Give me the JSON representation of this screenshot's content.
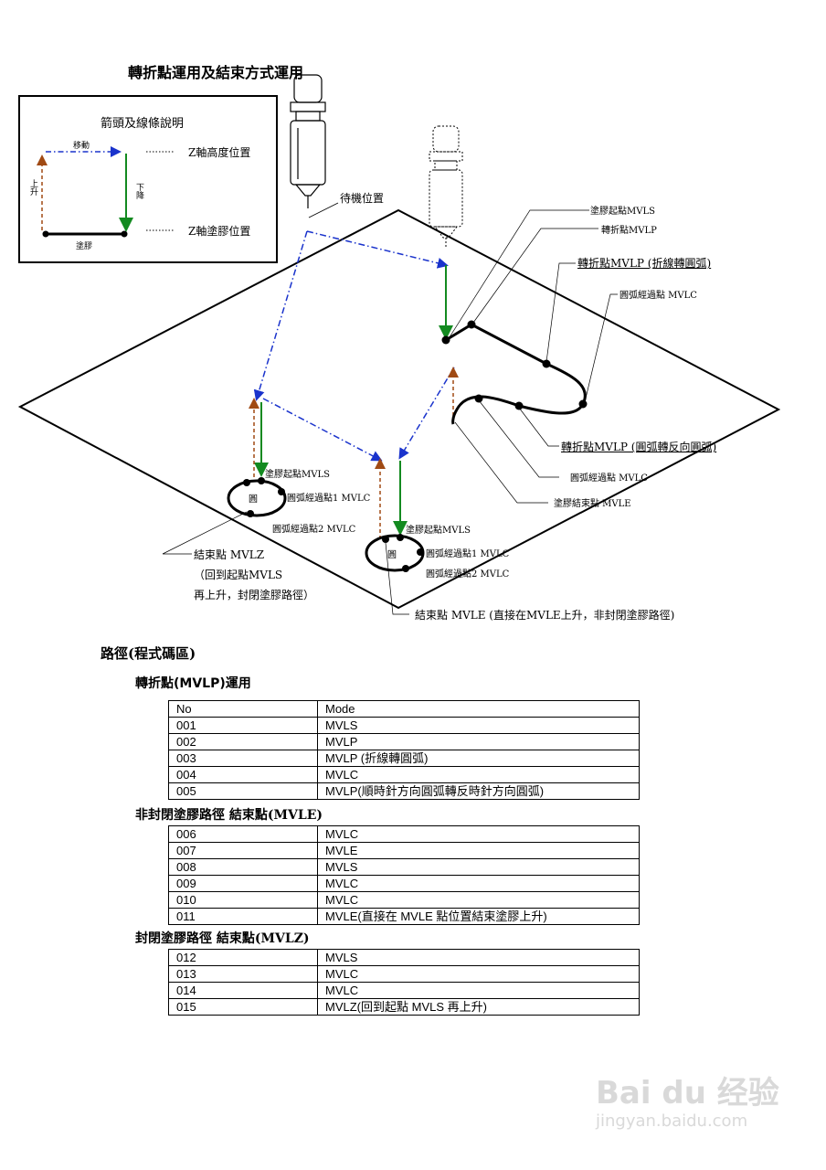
{
  "page_title": "轉折點運用及結束方式運用",
  "legend": {
    "title": "箭頭及線條說明",
    "move": "移動",
    "up": "上升",
    "down": "下降",
    "dispense": "塗膠",
    "z_height": "Z軸高度位置",
    "z_dispense": "Z軸塗膠位置",
    "colors": {
      "move": "#1a33cc",
      "up": "#a04a14",
      "down": "#138a20",
      "dispense": "#000000"
    }
  },
  "diagram": {
    "standby": "待機位置",
    "top_labels": {
      "mvls": "塗膠起點MVLS",
      "mvlp": "轉折點MVLP",
      "mvlp_line_arc": "轉折點MVLP (折線轉圓弧)",
      "mvlc_arc": "圓弧經過點  MVLC",
      "mvlp_arc_rev": "轉折點MVLP (圓弧轉反向圓弧)",
      "mvlc_arc2": "圓弧經過點  MVLC",
      "mvle_end": "塗膠結束點  MVLE"
    },
    "circle1": {
      "mark": "圓",
      "start": "塗膠起點MVLS",
      "p1": "圓弧經過點1 MVLC",
      "p2": "圓弧經過點2 MVLC"
    },
    "circle2": {
      "mark": "圓",
      "start": "塗膠起點MVLS",
      "p1": "圓弧經過點1 MVLC",
      "p2": "圓弧經過點2 MVLC"
    },
    "end_mvlz": {
      "line1": "結束點  MVLZ",
      "line2": "（回到起點MVLS",
      "line3": "再上升，封閉塗膠路徑）"
    },
    "end_mvle": "結束點  MVLE (直接在MVLE上升，非封閉塗膠路徑)"
  },
  "section_title": "路徑(程式碼區)",
  "subsection_mvlp": "轉折點(MVLP)運用",
  "table_header": {
    "no": "No",
    "mode": "Mode"
  },
  "group1": [
    {
      "no": "001",
      "mode": "MVLS"
    },
    {
      "no": "002",
      "mode": "MVLP"
    },
    {
      "no": "003",
      "mode": "MVLP (折線轉圓弧)"
    },
    {
      "no": "004",
      "mode": "MVLC"
    },
    {
      "no": "005",
      "mode": "MVLP(順時針方向圓弧轉反時針方向圓弧)"
    }
  ],
  "group2_title": "非封閉塗膠路徑  結束點(MVLE)",
  "group2": [
    {
      "no": "006",
      "mode": "MVLC"
    },
    {
      "no": "007",
      "mode": "MVLE"
    },
    {
      "no": "008",
      "mode": "MVLS"
    },
    {
      "no": "009",
      "mode": "MVLC"
    },
    {
      "no": "010",
      "mode": "MVLC"
    },
    {
      "no": "011",
      "mode": "MVLE(直接在 MVLE 點位置結束塗膠上升)"
    }
  ],
  "group3_title": "封閉塗膠路徑  結束點(MVLZ)",
  "group3": [
    {
      "no": "012",
      "mode": "MVLS"
    },
    {
      "no": "013",
      "mode": "MVLC"
    },
    {
      "no": "014",
      "mode": "MVLC"
    },
    {
      "no": "015",
      "mode": "MVLZ(回到起點 MVLS 再上升)"
    }
  ],
  "watermark": {
    "brand": "Bai du 经验",
    "url": "jingyan.baidu.com"
  }
}
